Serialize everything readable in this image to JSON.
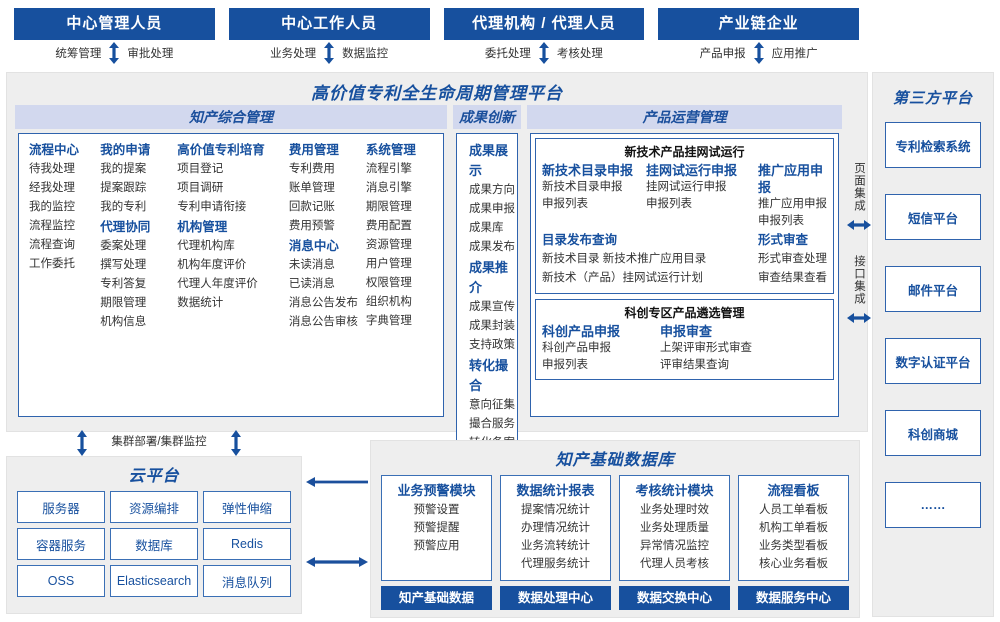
{
  "roles": [
    {
      "title": "中心管理人员",
      "left": "统筹管理",
      "right": "审批处理"
    },
    {
      "title": "中心工作人员",
      "left": "业务处理",
      "right": "数据监控"
    },
    {
      "title": "代理机构 / 代理人员",
      "left": "委托处理",
      "right": "考核处理"
    },
    {
      "title": "产业链企业",
      "left": "产品申报",
      "right": "应用推广"
    }
  ],
  "platform": {
    "title": "高价值专利全生命周期管理平台",
    "sections": {
      "zc": {
        "head": "知产综合管理",
        "columns": [
          {
            "blocks": [
              {
                "group": "流程中心",
                "items": [
                  "待我处理",
                  "经我处理",
                  "我的监控",
                  "流程监控",
                  "流程查询",
                  "工作委托"
                ]
              }
            ]
          },
          {
            "blocks": [
              {
                "group": "我的申请",
                "items": [
                  "我的提案",
                  "提案跟踪",
                  "我的专利"
                ]
              },
              {
                "group": "代理协同",
                "items": [
                  "委案处理",
                  "撰写处理",
                  "专利答复",
                  "期限管理",
                  "机构信息"
                ]
              }
            ]
          },
          {
            "blocks": [
              {
                "group": "高价值专利培育",
                "items": [
                  "项目登记",
                  "项目调研",
                  "专利申请衔接"
                ]
              },
              {
                "group": "机构管理",
                "items": [
                  "代理机构库",
                  "机构年度评价",
                  "代理人年度评价",
                  "数据统计"
                ]
              }
            ]
          },
          {
            "blocks": [
              {
                "group": "费用管理",
                "items": [
                  "专利费用",
                  "账单管理",
                  "回款记账",
                  "费用预警"
                ]
              },
              {
                "group": "消息中心",
                "items": [
                  "未读消息",
                  "已读消息",
                  "消息公告发布",
                  "消息公告审核"
                ]
              }
            ]
          },
          {
            "blocks": [
              {
                "group": "系统管理",
                "items": [
                  "流程引擎",
                  "消息引擎",
                  "期限管理",
                  "费用配置",
                  "资源管理",
                  "用户管理",
                  "权限管理",
                  "组织机构",
                  "字典管理"
                ]
              }
            ]
          }
        ]
      },
      "cg": {
        "head": "成果创新示范",
        "blocks": [
          {
            "group": "成果展示",
            "items": [
              "成果方向",
              "成果申报",
              "成果库",
              "成果发布"
            ]
          },
          {
            "group": "成果推介",
            "items": [
              "成果宣传",
              "成果封装",
              "支持政策"
            ]
          },
          {
            "group": "转化撮合",
            "items": [
              "意向征集",
              "撮合服务",
              "转化备案"
            ]
          }
        ]
      },
      "cp": {
        "head": "产品运营管理",
        "box1": {
          "title": "新技术产品挂网试运行",
          "row1": [
            {
              "group": "新技术目录申报",
              "items": [
                "新技术目录申报",
                "申报列表"
              ]
            },
            {
              "group": "挂网试运行申报",
              "items": [
                "挂网试运行申报",
                "申报列表"
              ]
            },
            {
              "group": "推广应用申报",
              "items": [
                "推广应用申报",
                "申报列表"
              ]
            }
          ],
          "row2_left_group": "目录发布查询",
          "row2_right_group": "形式审查",
          "row2_left_items": [
            "新技术目录     新技术推广应用目录",
            "新技术（产品）挂网试运行计划"
          ],
          "row2_right_items": [
            "形式审查处理",
            "审查结果查看"
          ]
        },
        "box2": {
          "title": "科创专区产品遴选管理",
          "cols": [
            {
              "group": "科创产品申报",
              "items": [
                "科创产品申报",
                "申报列表"
              ]
            },
            {
              "group": "申报审查",
              "items": [
                "上架评审形式审查",
                "评审结果查询"
              ]
            }
          ]
        }
      }
    },
    "integration": {
      "page": "页面集成",
      "api": "接口集成"
    }
  },
  "third_party": {
    "title": "第三方平台",
    "items": [
      "专利检索系统",
      "短信平台",
      "邮件平台",
      "数字认证平台",
      "科创商城",
      "……"
    ]
  },
  "cluster": {
    "label": "集群部署/集群监控"
  },
  "cloud": {
    "title": "云平台",
    "cells": [
      "服务器",
      "资源编排",
      "弹性伸缩",
      "容器服务",
      "数据库",
      "Redis",
      "OSS",
      "Elasticsearch",
      "消息队列"
    ]
  },
  "database": {
    "title": "知产基础数据库",
    "columns": [
      {
        "head": "业务预警模块",
        "items": [
          "预警设置",
          "预警提醒",
          "预警应用"
        ],
        "foot": "知产基础数据"
      },
      {
        "head": "数据统计报表",
        "items": [
          "提案情况统计",
          "办理情况统计",
          "业务流转统计",
          "代理服务统计"
        ],
        "foot": "数据处理中心"
      },
      {
        "head": "考核统计模块",
        "items": [
          "业务处理时效",
          "业务处理质量",
          "异常情况监控",
          "代理人员考核"
        ],
        "foot": "数据交换中心"
      },
      {
        "head": "流程看板",
        "items": [
          "人员工单看板",
          "机构工单看板",
          "业务类型看板",
          "核心业务看板"
        ],
        "foot": "数据服务中心"
      }
    ]
  },
  "colors": {
    "brand_blue": "#17509e",
    "border_blue": "#2f63ad",
    "section_head_bg": "#d2d8ee",
    "panel_bg": "#eeeeee"
  }
}
